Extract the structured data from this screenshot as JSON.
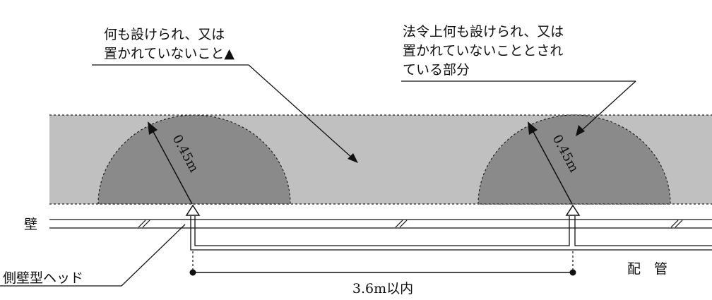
{
  "labels": {
    "free_zone_line1": "何も設けられ、又は",
    "free_zone_line2": "置かれていないこと▲",
    "legal_zone_line1": "法令上何も設けられ、又は",
    "legal_zone_line2": "置かれていないこととされ",
    "legal_zone_line3": "ている部分",
    "radius_left": "0.45m",
    "radius_right": "0.45m",
    "wall": "壁",
    "piping": "配　管",
    "head": "側壁型ヘッド",
    "spacing": "3.6m以内"
  },
  "colors": {
    "light_band": "#c0c0c0",
    "dark_zone": "#8a8a8a",
    "line": "#111111"
  }
}
